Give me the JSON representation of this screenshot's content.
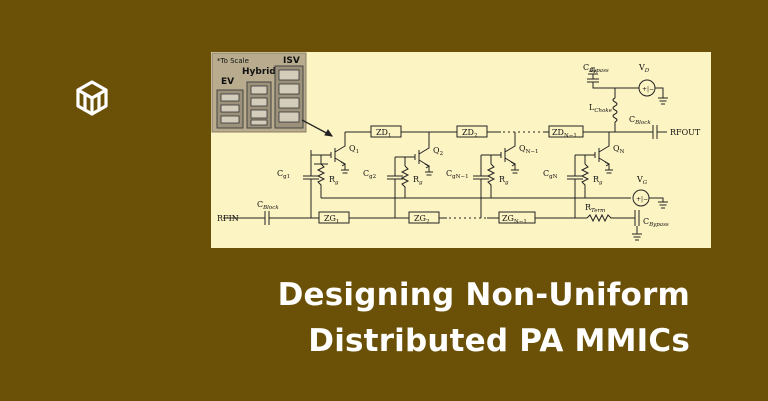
{
  "title": {
    "line1": "Designing Non-Uniform",
    "line2": "Distributed PA MMICs"
  },
  "colors": {
    "background": "#6b5108",
    "figure_background": "#fdf4c4",
    "title_text": "#ffffff",
    "inset_background": "#b8ab8e"
  },
  "logo": {
    "icon": "brand-logo-icon"
  },
  "inset": {
    "note": "*To Scale",
    "labels": [
      "EV",
      "Hybrid",
      "ISV"
    ]
  },
  "circuit": {
    "supply_caps": {
      "bypass": "C",
      "bypass_sub": "Bypass",
      "vd": "V",
      "vd_sub": "D"
    },
    "choke": {
      "main": "L",
      "sub": "Choke"
    },
    "block_out": {
      "main": "C",
      "sub": "Block"
    },
    "rfout": "RFOUT",
    "rfin": "RFIN",
    "block_in": {
      "main": "C",
      "sub": "Block"
    },
    "vg": {
      "main": "V",
      "sub": "G"
    },
    "rterm": {
      "main": "R",
      "sub": "Term"
    },
    "bypass_bottom": {
      "main": "C",
      "sub": "Bypass"
    },
    "drain_lines": [
      {
        "main": "ZD",
        "sub": "1"
      },
      {
        "main": "ZD",
        "sub": "2"
      },
      {
        "main": "ZD",
        "sub": "N−1"
      }
    ],
    "gate_lines": [
      {
        "main": "ZG",
        "sub": "1"
      },
      {
        "main": "ZG",
        "sub": "2"
      },
      {
        "main": "ZG",
        "sub": "N−1"
      }
    ],
    "transistors": [
      {
        "main": "Q",
        "sub": "1"
      },
      {
        "main": "Q",
        "sub": "2"
      },
      {
        "main": "Q",
        "sub": "N−1"
      },
      {
        "main": "Q",
        "sub": "N"
      }
    ],
    "gate_caps": [
      {
        "main": "C",
        "sub": "g1"
      },
      {
        "main": "C",
        "sub": "g2"
      },
      {
        "main": "C",
        "sub": "gN−1"
      },
      {
        "main": "C",
        "sub": "gN"
      }
    ],
    "resistors": [
      {
        "main": "R",
        "sub": "g"
      },
      {
        "main": "R",
        "sub": "g"
      },
      {
        "main": "R",
        "sub": "g"
      },
      {
        "main": "R",
        "sub": "g"
      }
    ],
    "source_symbol": "+|−"
  }
}
